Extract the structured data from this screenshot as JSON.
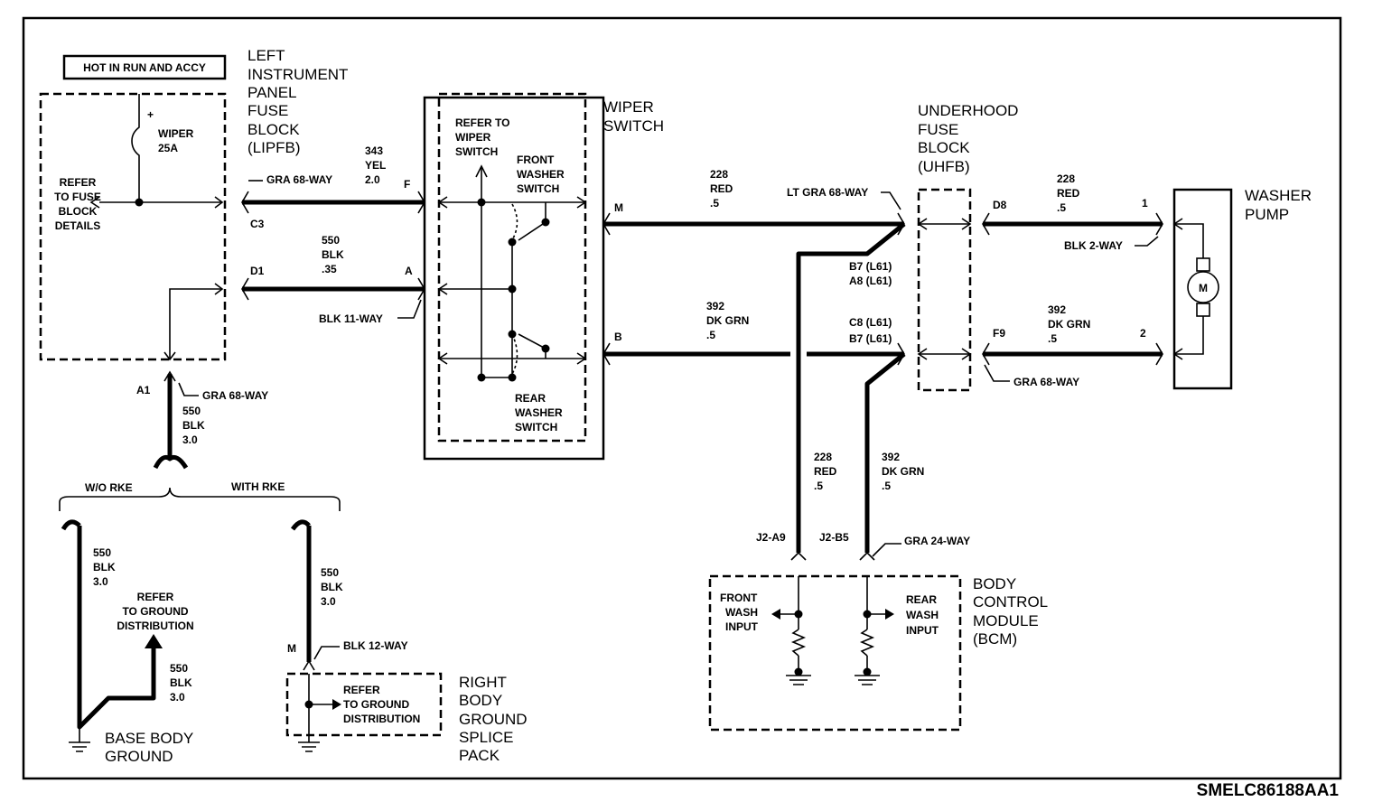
{
  "diagram_id": "SMELC86188AA1",
  "hot_label": "HOT IN RUN AND ACCY",
  "components": {
    "lipfb": [
      "LEFT",
      "INSTRUMENT",
      "PANEL",
      "FUSE",
      "BLOCK",
      "(LIPFB)"
    ],
    "wiper_switch": [
      "WIPER",
      "SWITCH"
    ],
    "uhfb": [
      "UNDERHOOD",
      "FUSE",
      "BLOCK",
      "(UHFB)"
    ],
    "washer_pump": [
      "WASHER",
      "PUMP"
    ],
    "bcm": [
      "BODY",
      "CONTROL",
      "MODULE",
      "(BCM)"
    ],
    "right_ground_splice": [
      "RIGHT",
      "BODY",
      "GROUND",
      "SPLICE",
      "PACK"
    ],
    "base_ground": [
      "BASE BODY",
      "GROUND"
    ]
  },
  "fuse": {
    "name": "WIPER",
    "rating": "25A",
    "polarity": "+"
  },
  "notes": {
    "fuse_details": [
      "REFER",
      "TO FUSE",
      "BLOCK",
      "DETAILS"
    ],
    "refer_wiper_switch": [
      "REFER TO",
      "WIPER",
      "SWITCH"
    ],
    "front_washer_switch": [
      "FRONT",
      "WASHER",
      "SWITCH"
    ],
    "rear_washer_switch": [
      "REAR",
      "WASHER",
      "SWITCH"
    ],
    "ground_dist_left": [
      "REFER",
      "TO GROUND",
      "DISTRIBUTION"
    ],
    "ground_dist_right": [
      "REFER",
      "TO GROUND",
      "DISTRIBUTION"
    ],
    "front_wash_input": [
      "FRONT",
      "WASH",
      "INPUT"
    ],
    "rear_wash_input": [
      "REAR",
      "WASH",
      "INPUT"
    ],
    "wo_rke": "W/O RKE",
    "with_rke": "WITH RKE",
    "motor": "M"
  },
  "connectors": {
    "gra68_lipfb": "GRA 68-WAY",
    "blk11": "BLK 11-WAY",
    "gra68_a1": "GRA 68-WAY",
    "lt_gra68": "LT GRA 68-WAY",
    "blk2": "BLK 2-WAY",
    "gra68_uhfb": "GRA 68-WAY",
    "gra24": "GRA 24-WAY",
    "blk12": "BLK 12-WAY"
  },
  "pins": {
    "c3": "C3",
    "d1": "D1",
    "f": "F",
    "a": "A",
    "a1": "A1",
    "m_switch": "M",
    "b_switch": "B",
    "b7_l61": "B7 (L61)",
    "a8_l61": "A8 (L61)",
    "c8_l61": "C8 (L61)",
    "b7_l61_2": "B7 (L61)",
    "d8": "D8",
    "f9": "F9",
    "p1": "1",
    "p2": "2",
    "j2a9": "J2-A9",
    "j2b5": "J2-B5",
    "m_ground": "M"
  },
  "wires": {
    "w343": [
      "343",
      "YEL",
      "2.0"
    ],
    "w550_35": [
      "550",
      "BLK",
      ".35"
    ],
    "w228_top": [
      "228",
      "RED",
      ".5"
    ],
    "w392_mid": [
      "392",
      "DK GRN",
      ".5"
    ],
    "w228_right": [
      "228",
      "RED",
      ".5"
    ],
    "w392_right": [
      "392",
      "DK GRN",
      ".5"
    ],
    "w228_down": [
      "228",
      "RED",
      ".5"
    ],
    "w392_down": [
      "392",
      "DK GRN",
      ".5"
    ],
    "w550_a1": [
      "550",
      "BLK",
      "3.0"
    ],
    "w550_left": [
      "550",
      "BLK",
      "3.0"
    ],
    "w550_ground": [
      "550",
      "BLK",
      "3.0"
    ],
    "w550_rke": [
      "550",
      "BLK",
      "3.0"
    ]
  }
}
